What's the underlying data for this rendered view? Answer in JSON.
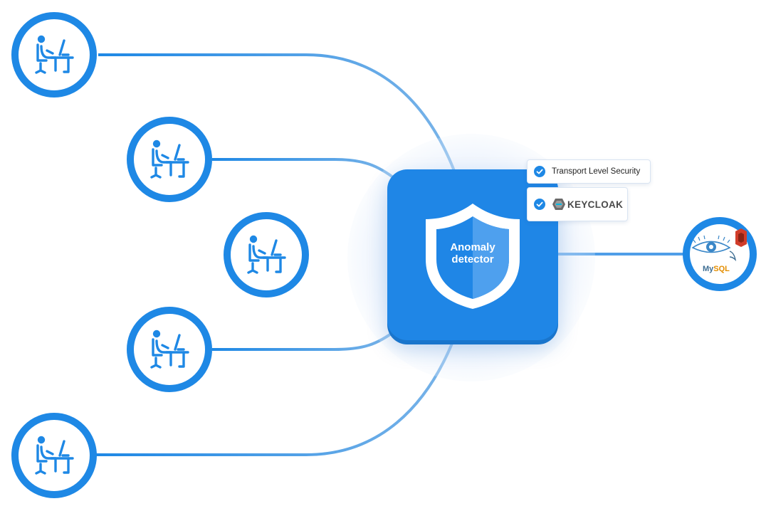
{
  "detector": {
    "label_line1": "Anomaly",
    "label_line2": "detector",
    "icon": "shield-icon"
  },
  "security_features": [
    {
      "label": "Transport Level Security",
      "icon": "check-circle-icon"
    },
    {
      "label": "KEYCLOAK",
      "icon": "keycloak-logo"
    }
  ],
  "users": {
    "count": 5,
    "icon": "user-at-computer-icon"
  },
  "database": {
    "icon": "database-logos",
    "mysql_label": "MySQL"
  },
  "colors": {
    "primary": "#1e88e5",
    "connector_light": "#7ab4e8",
    "detector_bg": "#1f86e6",
    "shield_inner": "#4ea0ee",
    "cassandra_eye": "#3a87c8",
    "amazon_red": "#d13d2a",
    "mysql_blue": "#3e6e93",
    "mysql_orange": "#e48e00"
  }
}
